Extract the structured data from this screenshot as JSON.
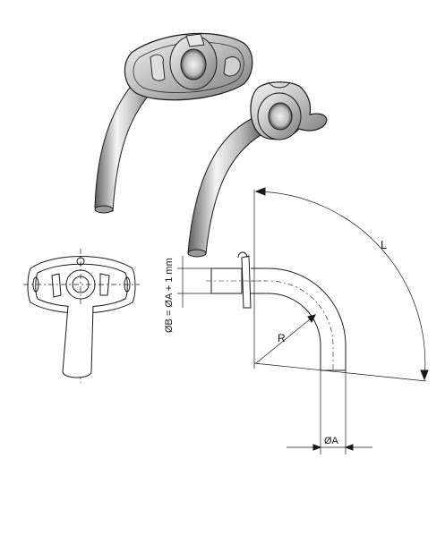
{
  "figure": {
    "kind": "technical-drawing",
    "subject": "tracheostomy tube",
    "views": [
      "perspective-tube-with-shield",
      "perspective-tube-with-flange",
      "front-view-outline",
      "side-dimensioned-outline"
    ],
    "colors": {
      "line": "#1a1a1a",
      "metal_dark": "#6e6e6e",
      "metal_light": "#f2f2f2",
      "background": "#ffffff"
    }
  },
  "labels": {
    "length": "L",
    "radius": "R",
    "outer_diameter_formula": "ØB = ØA + 1 mm",
    "inner_diameter": "ØA"
  }
}
